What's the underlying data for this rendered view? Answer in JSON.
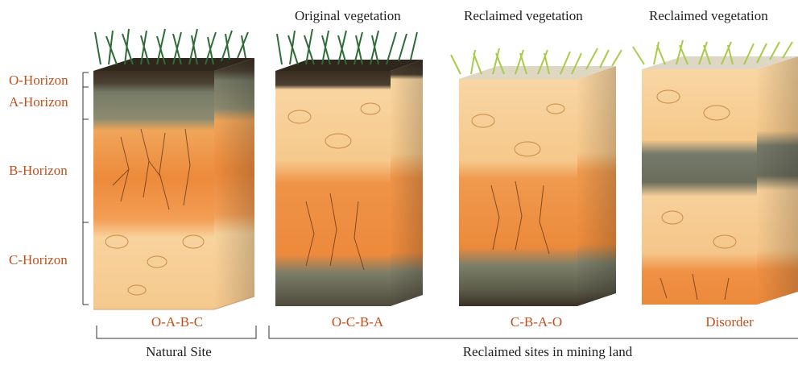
{
  "horizons": [
    {
      "id": "o",
      "label": "O-Horizon"
    },
    {
      "id": "a",
      "label": "A-Horizon"
    },
    {
      "id": "b",
      "label": "B-Horizon"
    },
    {
      "id": "c",
      "label": "C-Horizon"
    }
  ],
  "columns": [
    {
      "id": "natural",
      "heading": "",
      "sequence": "O-A-B-C",
      "grass": "original"
    },
    {
      "id": "ocba",
      "heading": "Original vegetation",
      "sequence": "O-C-B-A",
      "grass": "original"
    },
    {
      "id": "cbao",
      "heading": "Reclaimed vegetation",
      "sequence": "C-B-A-O",
      "grass": "reclaimed"
    },
    {
      "id": "disorder",
      "heading": "Reclaimed vegetation",
      "sequence": "Disorder",
      "grass": "reclaimed"
    }
  ],
  "groups": {
    "natural": "Natural Site",
    "reclaimed": "Reclaimed sites in mining land"
  },
  "colors": {
    "label_accent": "#c0501c",
    "text": "#1e1e1e",
    "topsoil_dark": "#3d3226",
    "humus_gray": "#6b6f5c",
    "subsoil_orange": "#ec8a3a",
    "parent_material": "#f6cf92",
    "grass_original": "#2f6b37",
    "grass_reclaimed": "#a8cc4a"
  }
}
